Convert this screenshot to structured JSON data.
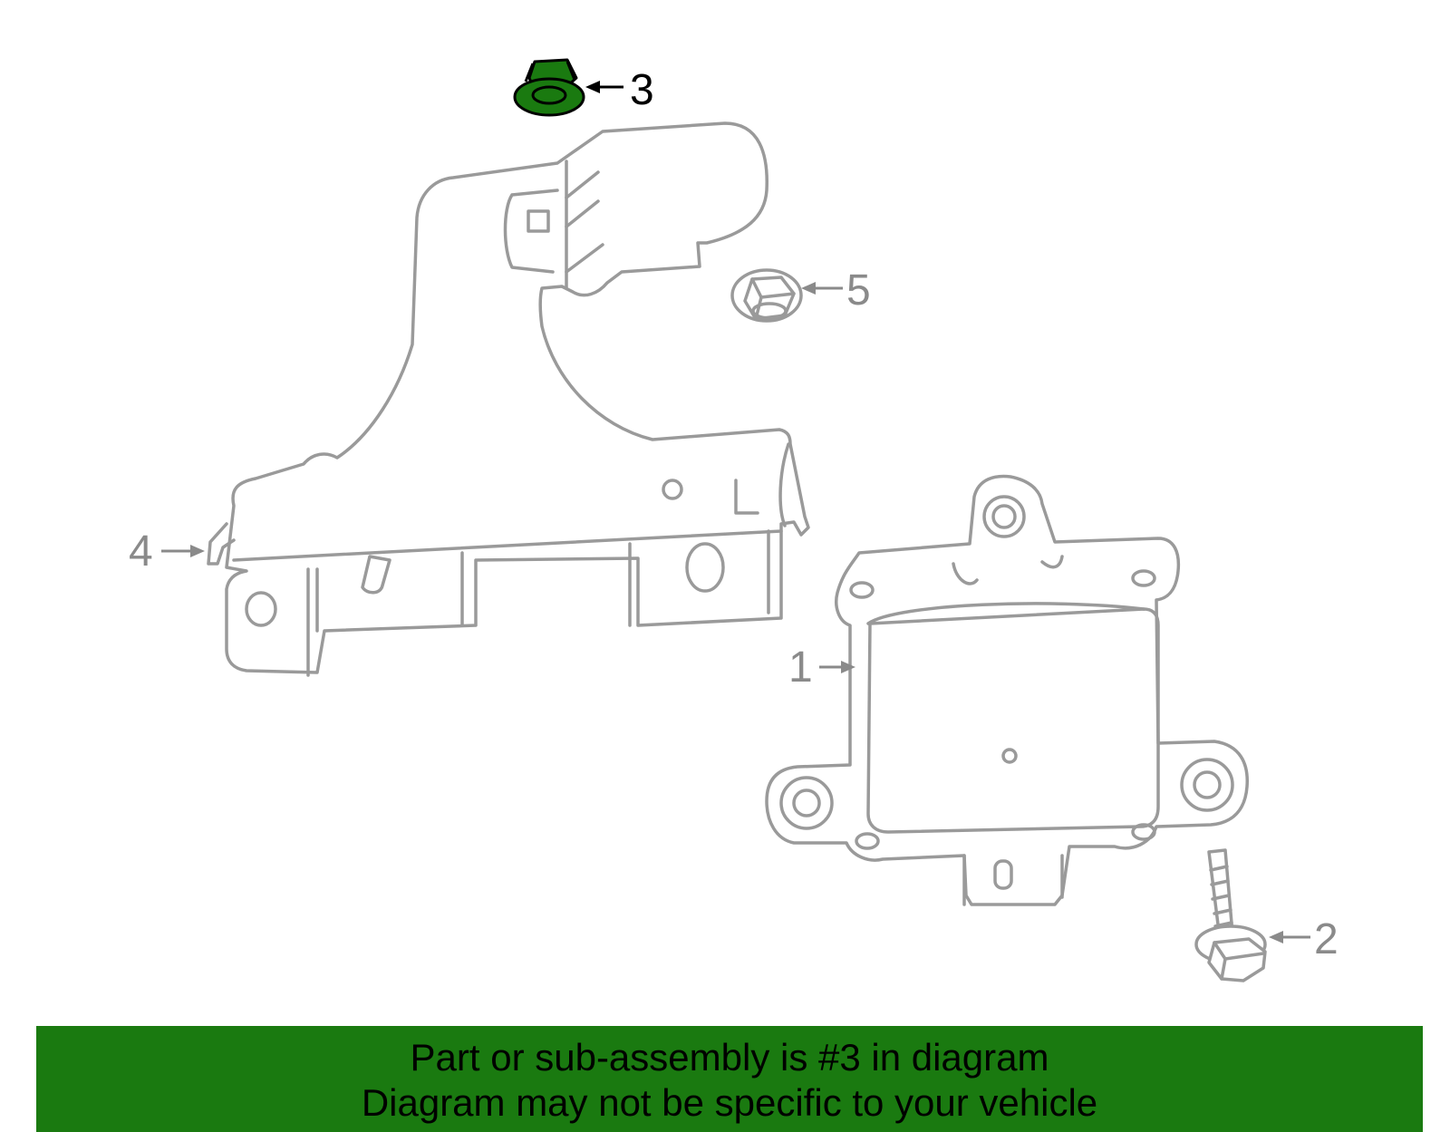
{
  "colors": {
    "highlight": "#1a7a10",
    "outline": "#9a9a9a",
    "callout_active": "#000000",
    "callout_inactive": "#8a8a8a"
  },
  "callouts": {
    "part1": "1",
    "part2": "2",
    "part3": "3",
    "part4": "4",
    "part5": "5"
  },
  "highlighted_part": "3",
  "banner": {
    "line1": "Part or sub-assembly is #3 in diagram",
    "line2": "Diagram may not be specific to your vehicle"
  }
}
